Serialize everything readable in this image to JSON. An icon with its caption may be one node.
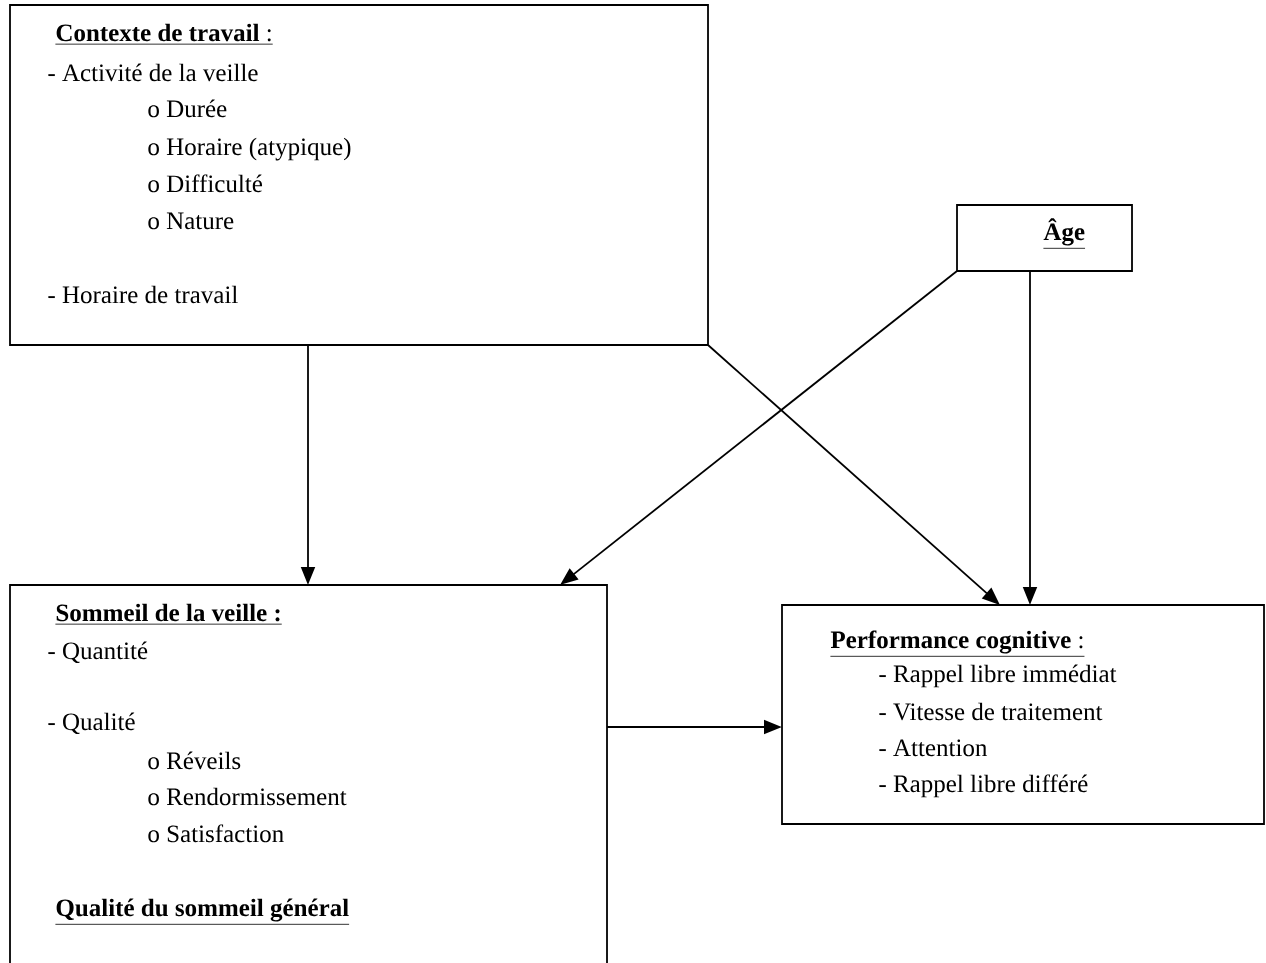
{
  "diagram": {
    "nodes": [
      {
        "text": [
          "**Contexte de travail** :",
          "- Activité de la veille",
          "o Durée",
          "o Horaire (atypique)",
          "o Difficulté",
          "o Nature",
          "- Horaire de travail"
        ]
      },
      {
        "text": [
          "Âge"
        ]
      },
      {
        "text": [
          "Sommeil de la veille :",
          "- Quantité",
          "- Qualité",
          "o Réveils",
          "o Rendormissement",
          "o Satisfaction",
          "Qualité du sommeil général"
        ]
      },
      {
        "text": [
          "**Performance cognitive** :",
          "- Rappel libre immédiat",
          "- Vitesse de traitement",
          "- Attention",
          "- Rappel libre différé"
        ]
      }
    ],
    "edges": [
      {
        "from": 0,
        "to": 2,
        "arrow": "to"
      },
      {
        "from": 0,
        "to": 3,
        "arrow": "to"
      },
      {
        "from": 1,
        "to": 2,
        "arrow": "to"
      },
      {
        "from": 1,
        "to": 3,
        "arrow": "to"
      },
      {
        "from": 2,
        "to": 3,
        "arrow": "to"
      }
    ]
  }
}
